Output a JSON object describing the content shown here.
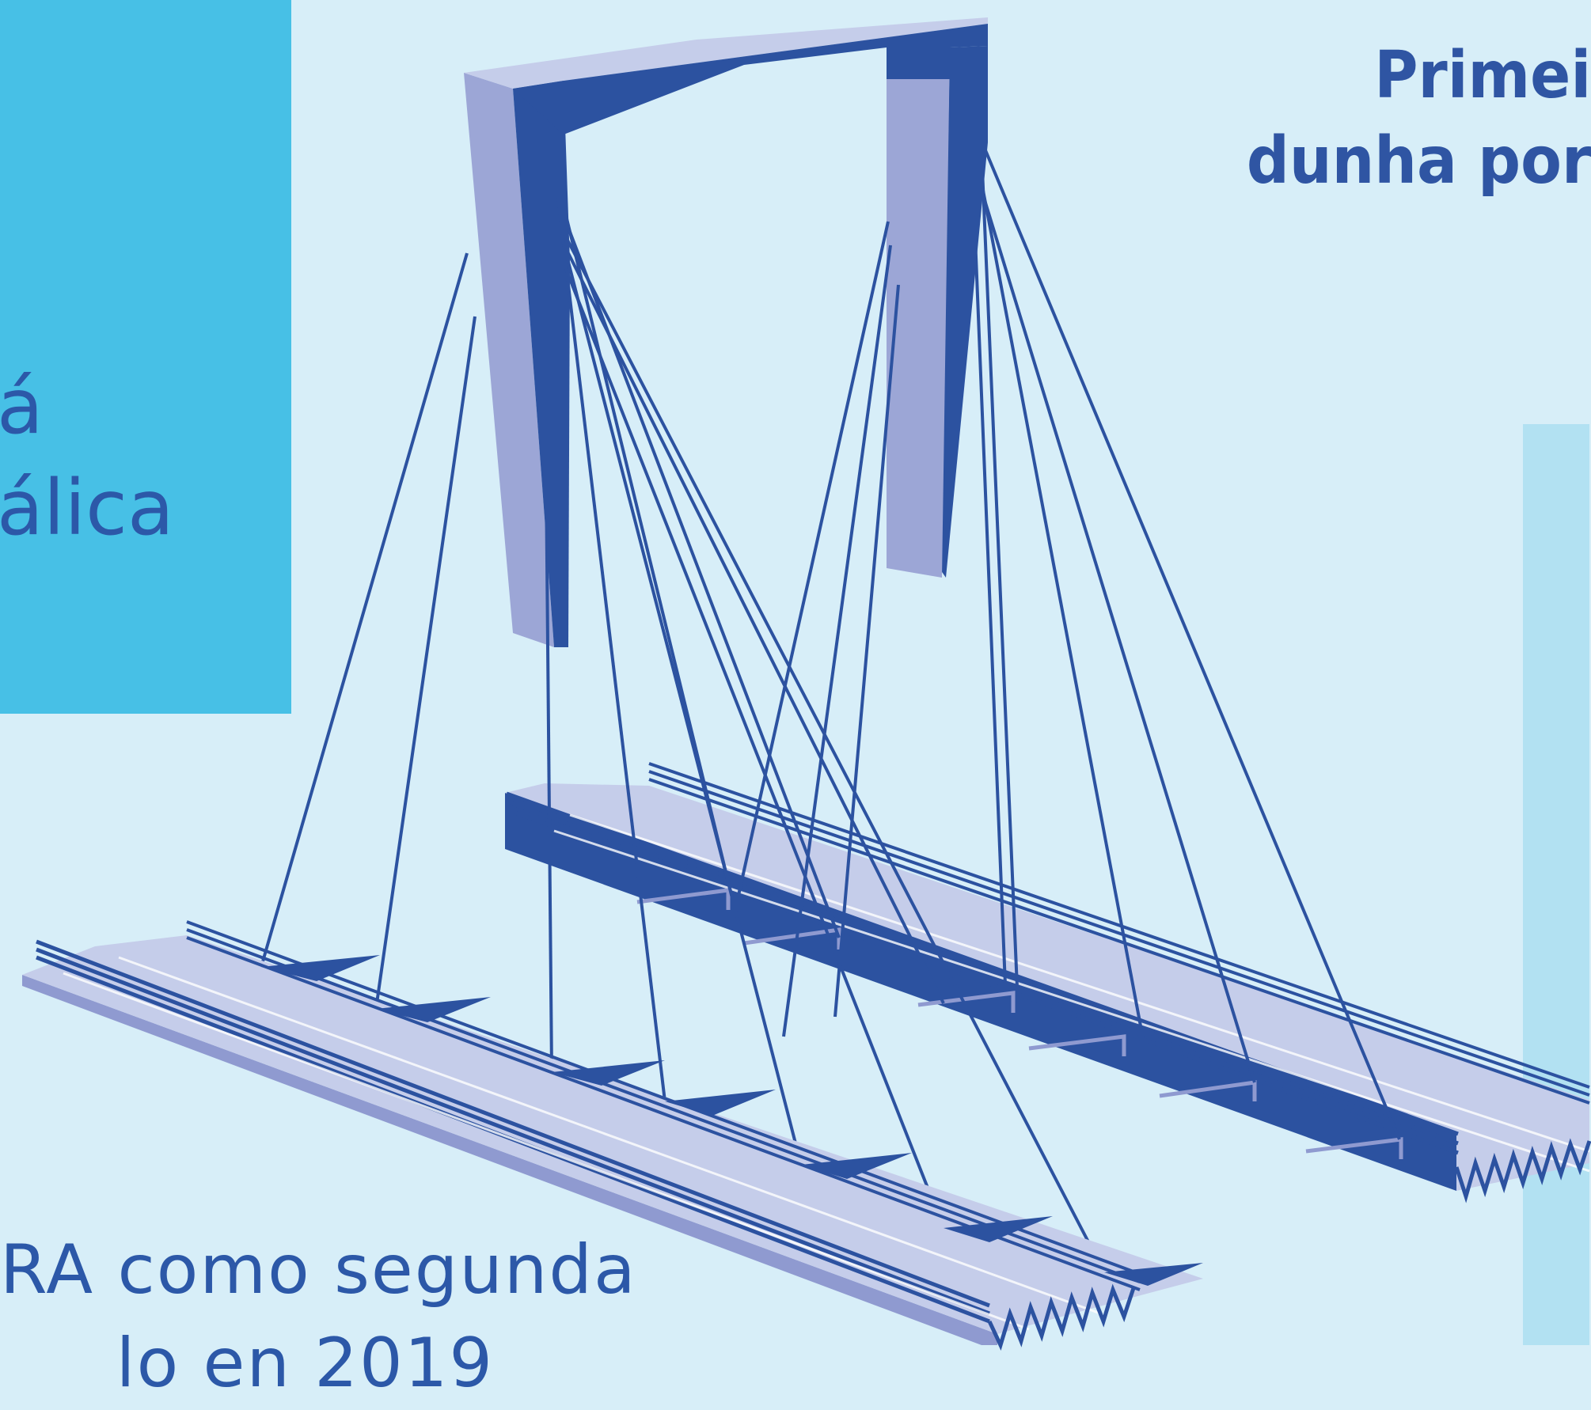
{
  "left_panel": {
    "text": "á\nálica",
    "color": "#47c0e6"
  },
  "title": {
    "text": "Primei\ndunha por"
  },
  "bottom_text": {
    "text": "RA como segunda\n     lo en 2019"
  },
  "right_panel": {
    "color": "#b2e1f2"
  },
  "illustration": {
    "subject": "cable-stayed-bridge",
    "colors": {
      "background": "#d7eef8",
      "dark": "#2c52a0",
      "light": "#c5cdea",
      "mid": "#9ca6d6",
      "side": "#8f9ad0"
    }
  }
}
